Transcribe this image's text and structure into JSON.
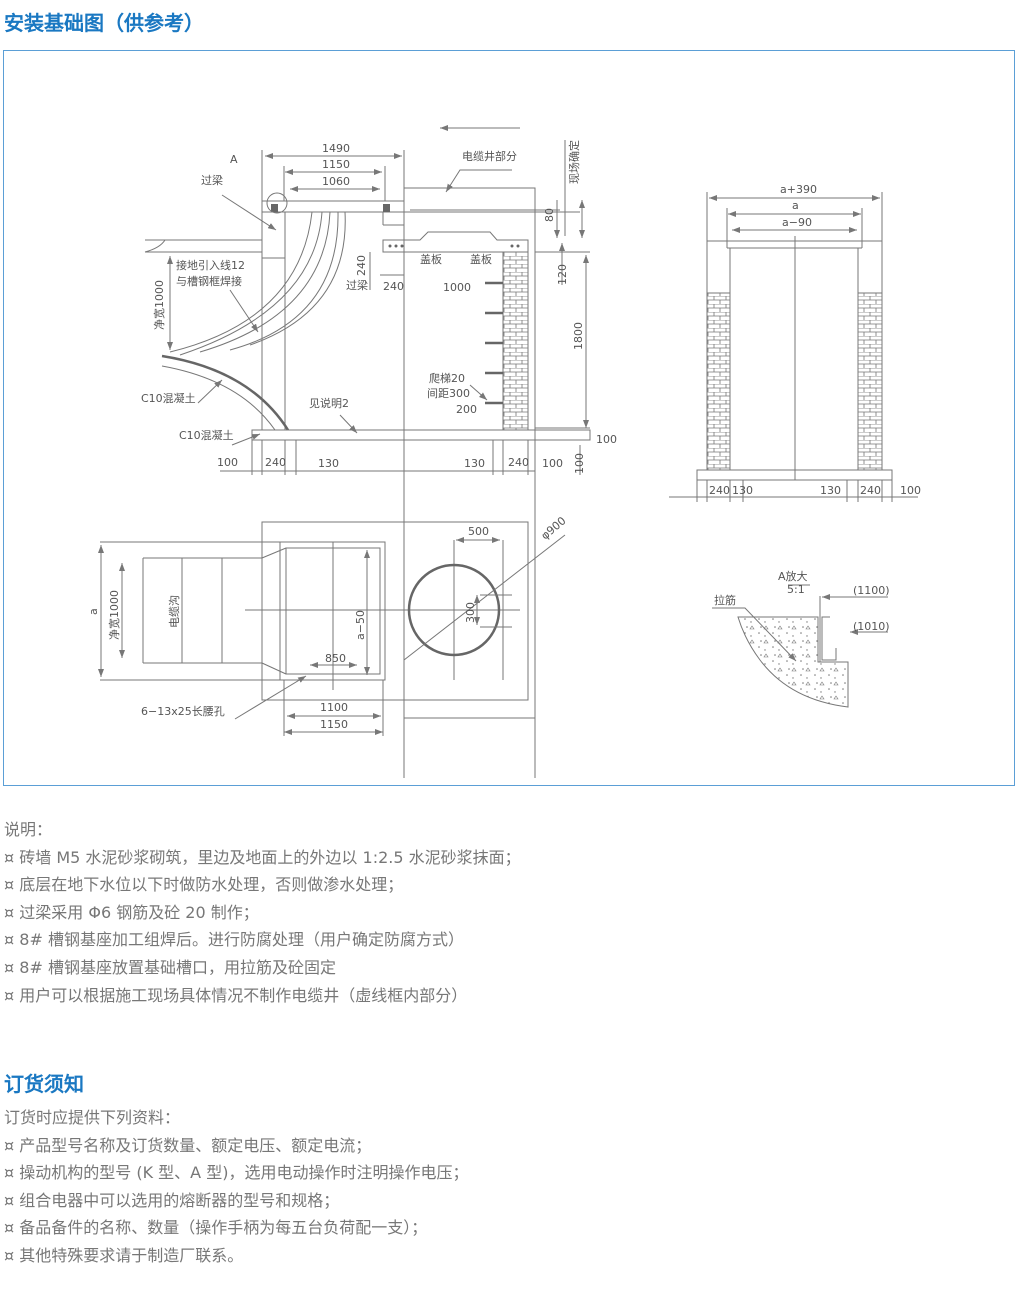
{
  "title": "安装基础图（供参考）",
  "drawing": {
    "a_label": "A",
    "guoliang": "过梁",
    "d1490": "1490",
    "d1150": "1150",
    "d1060": "1060",
    "cable_well": "电缆井部分",
    "site_confirm": "现场确定",
    "d80": "80",
    "d120": "120",
    "d1800": "1800",
    "d240v": "240",
    "d240h": "240",
    "d1000": "1000",
    "gaiban1": "盖板",
    "gaiban2": "盖板",
    "guoliang2": "过梁",
    "ground1": "接地引入线12",
    "ground2": "与槽钢框焊接",
    "clear_width": "净宽1000",
    "c10a": "C10混凝土",
    "c10b": "C10混凝土",
    "see_note": "见说明2",
    "ladder1": "爬梯20",
    "ladder2": "间距300",
    "d200": "200",
    "d100r": "100",
    "d100v": "100",
    "b100l": "100",
    "b240l": "240",
    "b130l": "130",
    "b130r": "130",
    "b240r": "240",
    "b100r": "100",
    "p_a": "a",
    "p_clear": "净宽1000",
    "p_trench": "电缆沟",
    "p_a50": "a−50",
    "p_850": "850",
    "p_500": "500",
    "p_300": "300",
    "p_900": "φ900",
    "p_holes": "6−13x25长腰孔",
    "p_1100": "1100",
    "p_1150": "1150",
    "r_a390": "a+390",
    "r_a": "a",
    "r_a90": "a−90",
    "r_240l": "240",
    "r_130l": "130",
    "r_130r": "130",
    "r_240r": "240",
    "r_100": "100",
    "detail_title": "A放大",
    "detail_scale": "5:1",
    "rebar": "拉筋",
    "det_1100": "(1100)",
    "det_1010": "(1010)"
  },
  "notes": {
    "heading": "说明：",
    "items": [
      "¤ 砖墙 M5 水泥砂浆砌筑，里边及地面上的外边以 1:2.5 水泥砂浆抹面；",
      "¤ 底层在地下水位以下时做防水处理，否则做渗水处理；",
      "¤ 过梁采用 Φ6 钢筋及砼 20 制作；",
      "¤ 8# 槽钢基座加工组焊后。进行防腐处理（用户确定防腐方式）",
      "¤ 8# 槽钢基座放置基础槽口，用拉筋及砼固定",
      "¤ 用户可以根据施工现场具体情况不制作电缆井（虚线框内部分）"
    ]
  },
  "order": {
    "heading": "订货须知",
    "intro": "订货时应提供下列资料：",
    "items": [
      "¤ 产品型号名称及订货数量、额定电压、额定电流；",
      "¤ 操动机构的型号 (K 型、A 型)，选用电动操作时注明操作电压；",
      "¤ 组合电器中可以选用的熔断器的型号和规格；",
      "¤ 备品备件的名称、数量（操作手柄为每五台负荷配一支）；",
      "¤ 其他特殊要求请于制造厂联系。"
    ]
  }
}
